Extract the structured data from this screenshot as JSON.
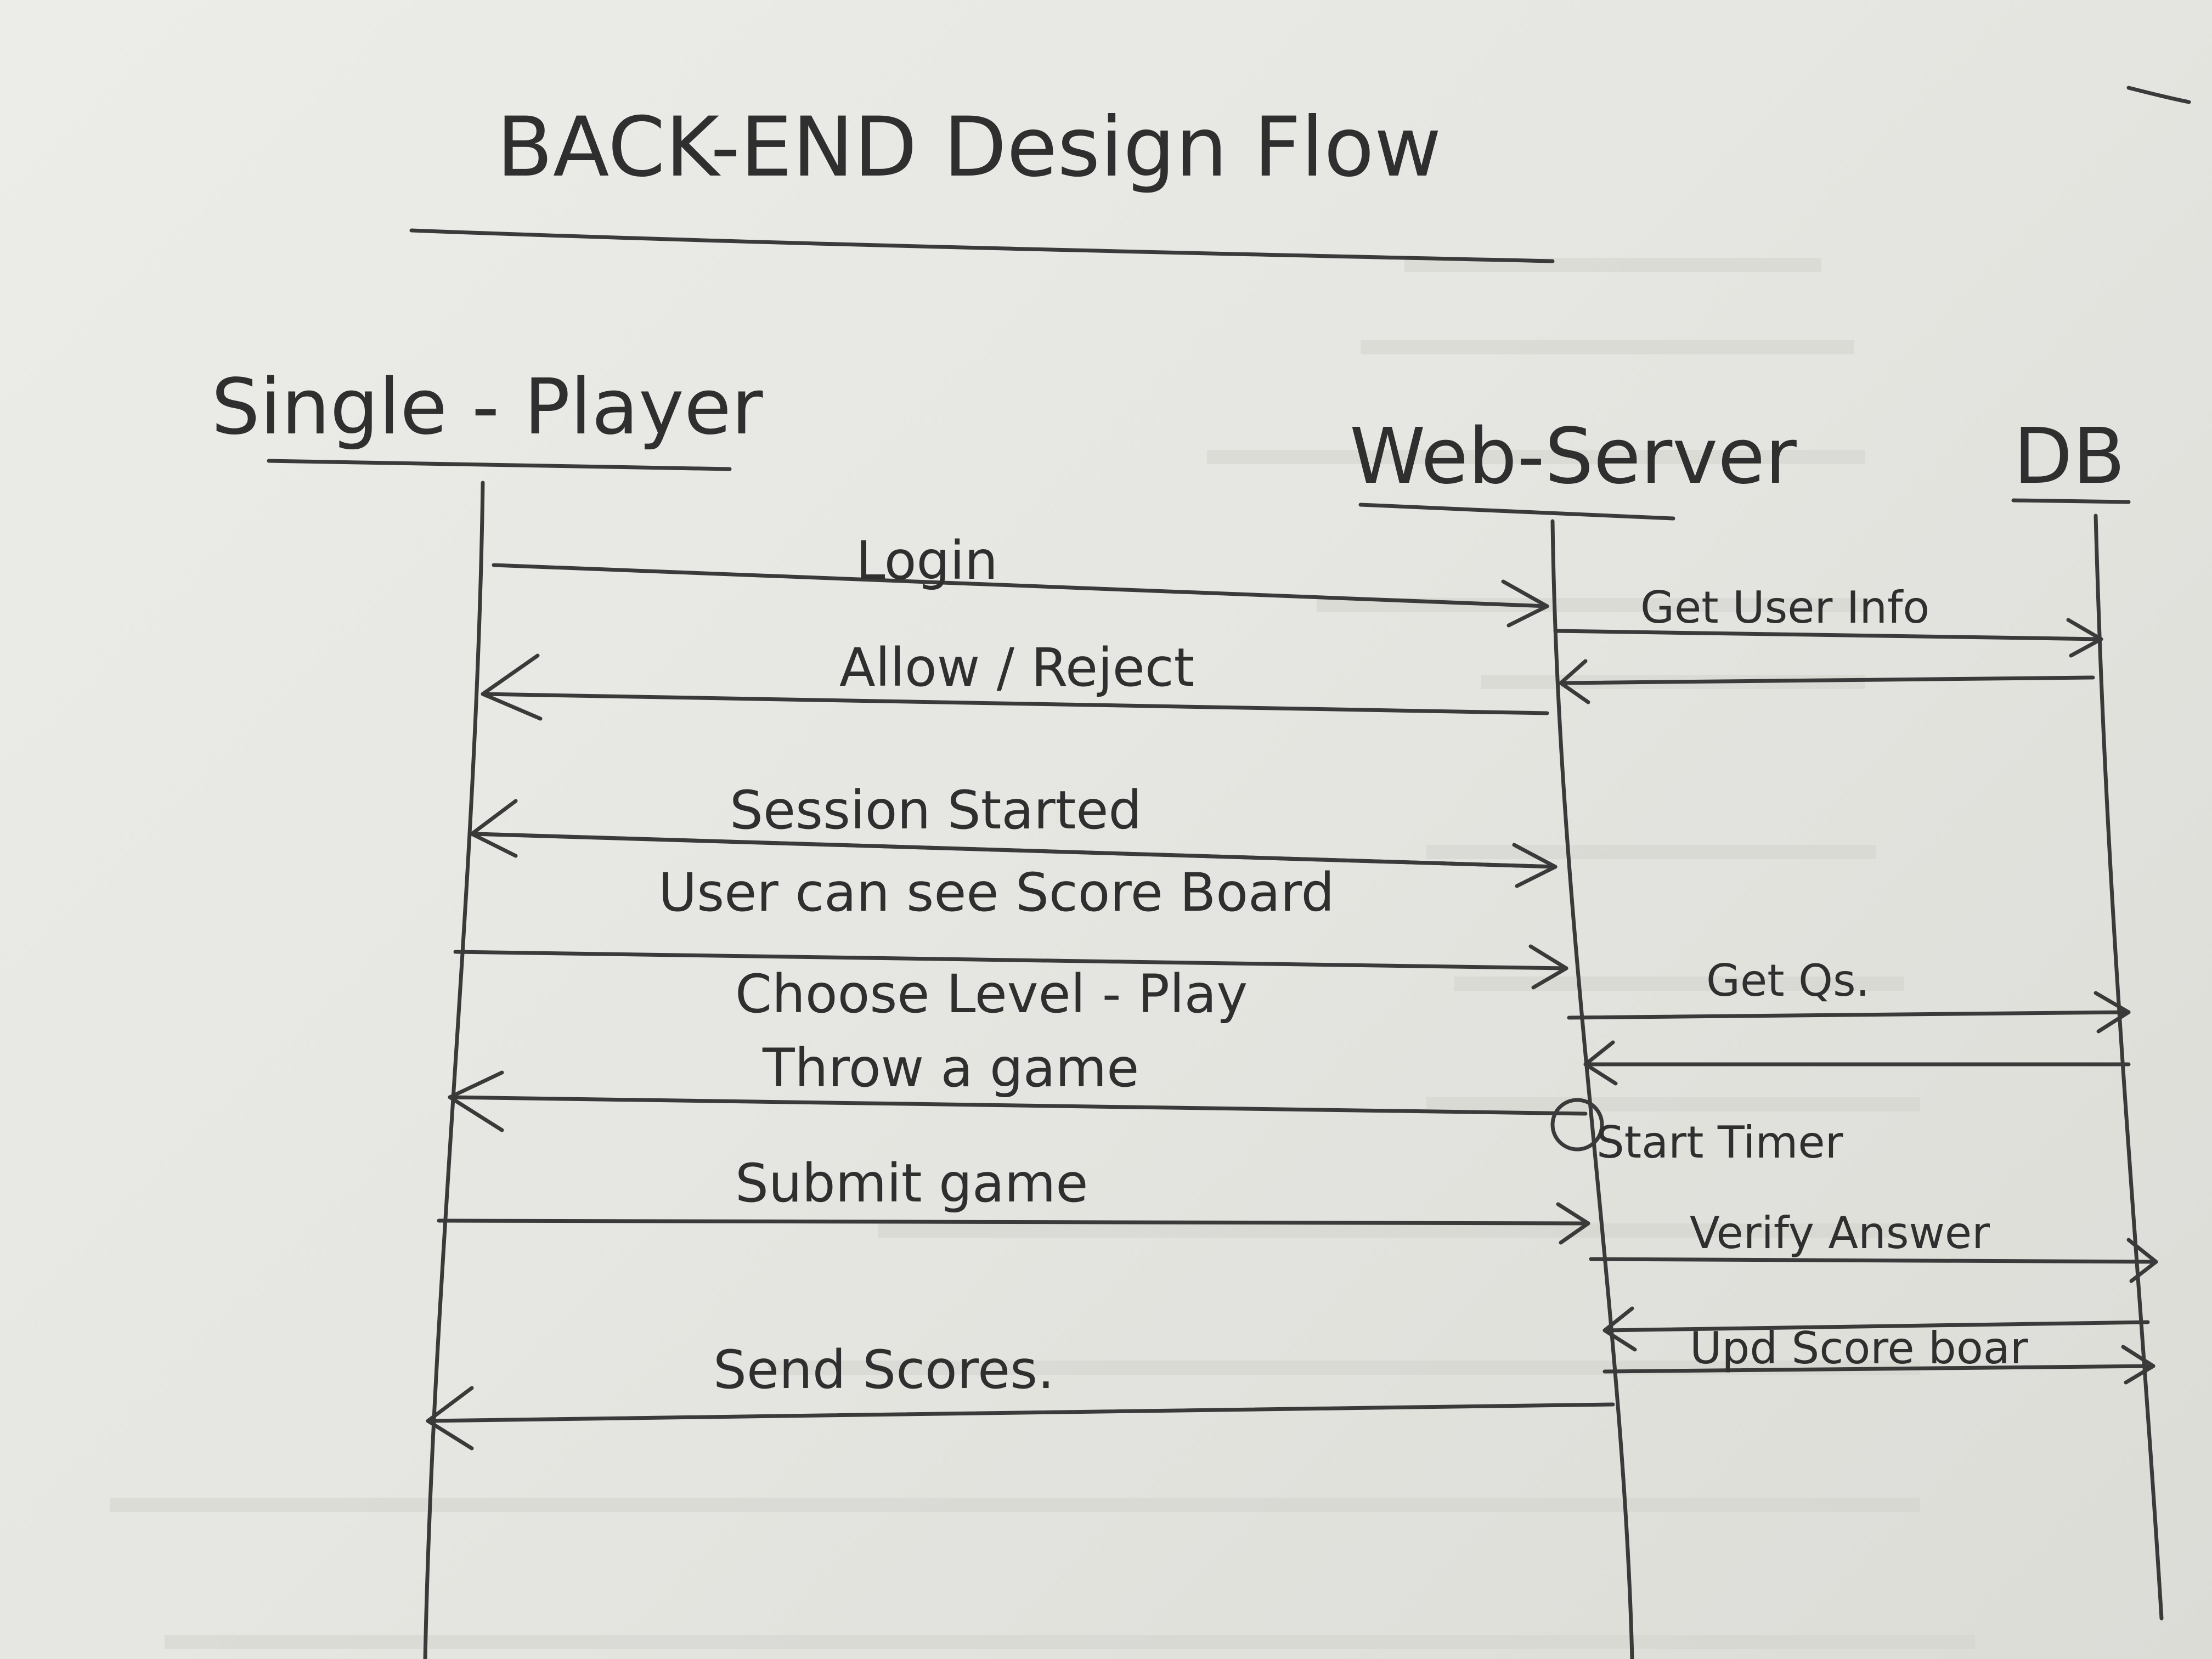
{
  "title": "BACK-END Design Flow",
  "actors": {
    "player": "Single - Player",
    "server": "Web-Server",
    "db": "DB"
  },
  "messages": {
    "login": "Login",
    "allow_reject": "Allow / Reject",
    "session_started": "Session Started",
    "score_board": "User can see Score Board",
    "choose_level": "Choose Level - Play",
    "throw_game": "Throw a game",
    "submit_game": "Submit game",
    "send_scores": "Send Scores.",
    "get_user_info": "Get User Info",
    "get_qs": "Get Qs.",
    "start_timer": "Start Timer",
    "verify_answer": "Verify Answer",
    "upd_score": "Upd Score boar"
  },
  "colors": {
    "ink": "#3a3a3a",
    "paper": "#e8e8e4",
    "bleed_text": "#c9c9c4"
  }
}
